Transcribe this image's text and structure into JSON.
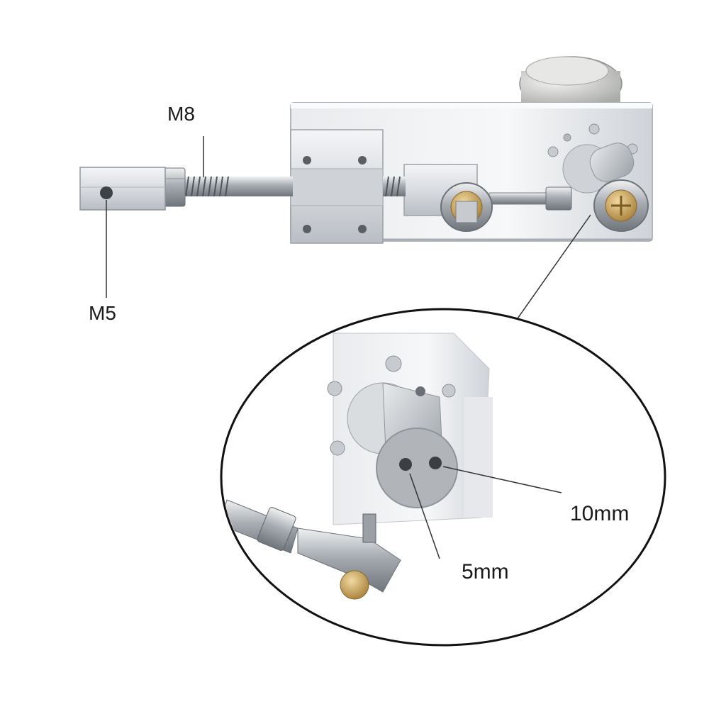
{
  "labels": {
    "m8": "M8",
    "m5": "M5",
    "hole_large": "10mm",
    "hole_small": "5mm"
  },
  "colors": {
    "background": "#ffffff",
    "aluminum": "#dcdee2",
    "aluminum_dark": "#9ea3a9",
    "steel": "#8f959b",
    "brass": "#c9a35a",
    "text": "#1a1a1a"
  }
}
